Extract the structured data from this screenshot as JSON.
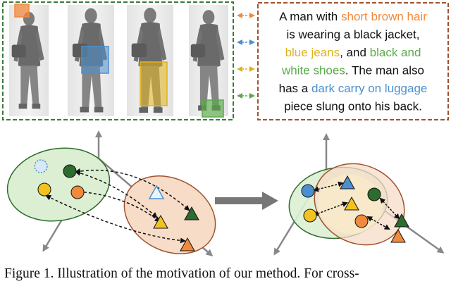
{
  "description_lines": [
    [
      {
        "text": "A man with ",
        "color": "#111111"
      },
      {
        "text": "short brown hair",
        "color": "#F08A3C"
      }
    ],
    [
      {
        "text": "is wearing a black jacket,",
        "color": "#111111"
      }
    ],
    [
      {
        "text": "blue jeans",
        "color": "#E2B21C"
      },
      {
        "text": ", and ",
        "color": "#111111"
      },
      {
        "text": "black and",
        "color": "#5AAA4A"
      }
    ],
    [
      {
        "text": "white shoes",
        "color": "#5AAA4A"
      },
      {
        "text": ". The man also",
        "color": "#111111"
      }
    ],
    [
      {
        "text": "has a ",
        "color": "#111111"
      },
      {
        "text": "dark carry on luggage",
        "color": "#4A90D0"
      }
    ],
    [
      {
        "text": "piece slung onto his back.",
        "color": "#111111"
      }
    ]
  ],
  "caption": "Figure 1. Illustration of the motivation of our method. For cross-",
  "colors": {
    "orange": "#F08A3C",
    "blue": "#4A90D0",
    "yellow": "#E2B21C",
    "green": "#5AAA4A",
    "dark_green": "#2E6B2E",
    "green_ellipse_fill": "#DCEFD3",
    "orange_ellipse_fill": "#F7DCC8",
    "box_border_green": "#3B7A3B",
    "box_border_brown": "#A0522D"
  },
  "icons": [
    "circle-marker",
    "triangle-marker",
    "right-arrow-icon",
    "dashed-double-arrow"
  ]
}
